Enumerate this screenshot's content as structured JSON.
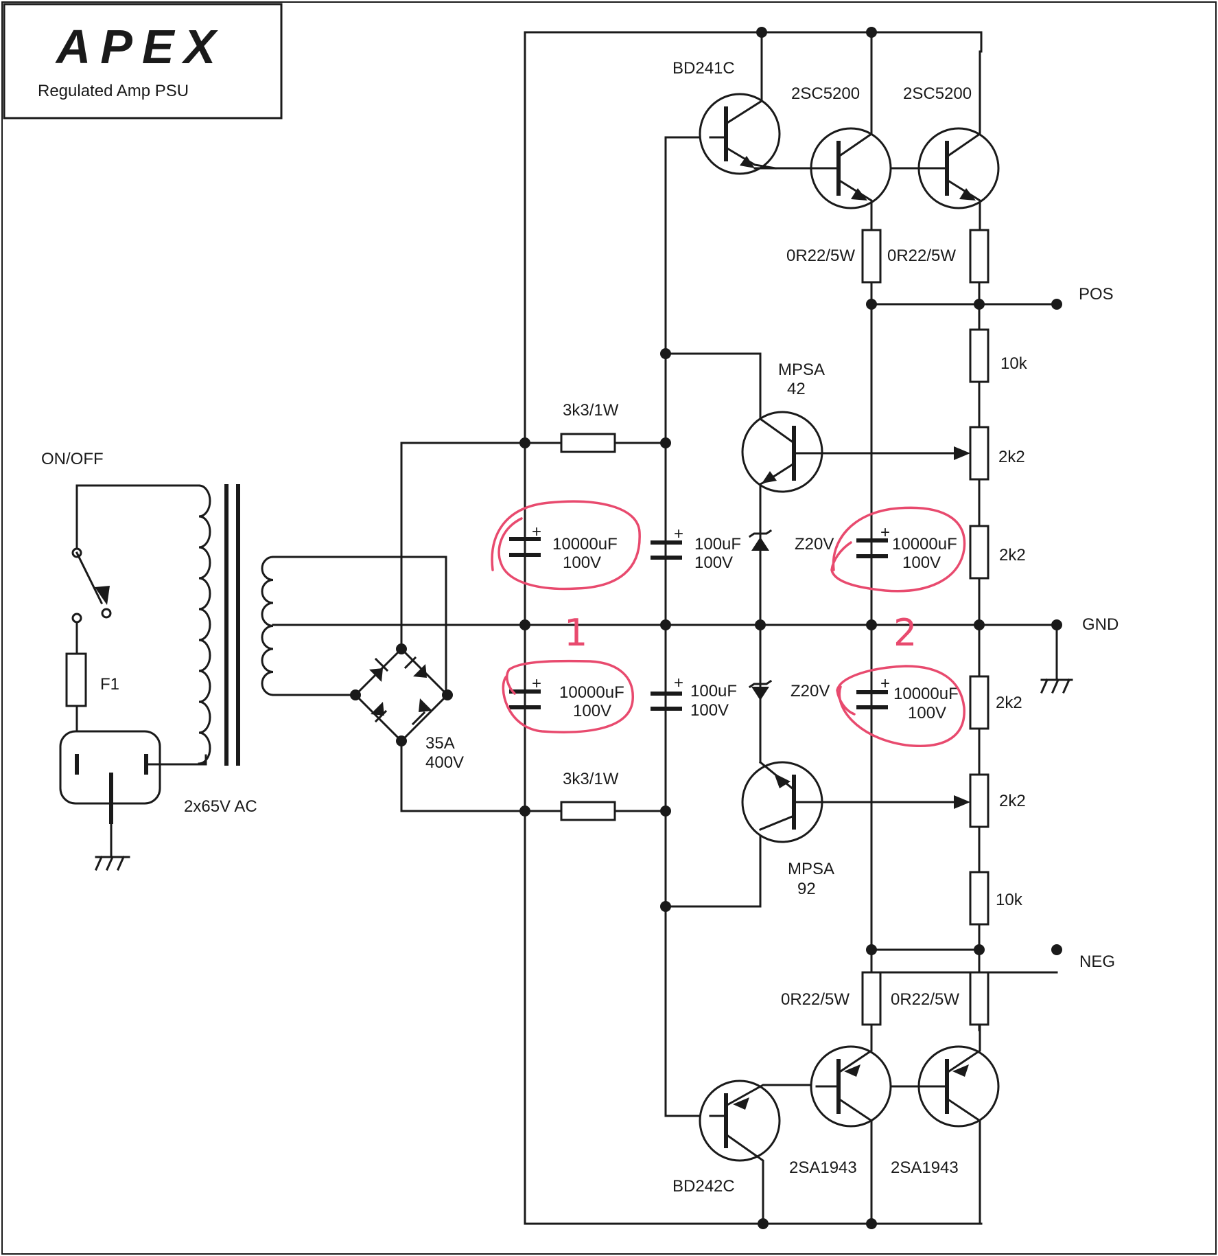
{
  "header": {
    "logo": "APEX",
    "title": "Regulated Amp PSU"
  },
  "labels": {
    "switch": "ON/OFF",
    "fuse": "F1",
    "transformer": "2x65V AC",
    "bridge": [
      "35A",
      "400V"
    ],
    "res_top": "3k3/1W",
    "res_bottom": "3k3/1W",
    "bd241": "BD241C",
    "q_top_1": "2SC5200",
    "q_top_2": "2SC5200",
    "re_top_1": "0R22/5W",
    "re_top_2": "0R22/5W",
    "mpsa42": [
      "MPSA",
      "42"
    ],
    "mpsa92": [
      "MPSA",
      "92"
    ],
    "bd242": "BD242C",
    "q_bot_1": "2SA1943",
    "q_bot_2": "2SA1943",
    "re_bot_1": "0R22/5W",
    "re_bot_2": "0R22/5W",
    "cap_big": [
      "10000uF",
      "100V"
    ],
    "cap_small": [
      "100uF",
      "100V"
    ],
    "zener": "Z20V",
    "r10k": "10k",
    "r2k2": "2k2",
    "pos": "POS",
    "gnd": "GND",
    "neg": "NEG",
    "plus": "+"
  },
  "annotations": {
    "circle_1": "1",
    "circle_2": "2",
    "color": "#e84a6e"
  },
  "colors": {
    "ink": "#1a1a1a",
    "paper": "#ffffff",
    "annotation": "#e84a6e"
  }
}
